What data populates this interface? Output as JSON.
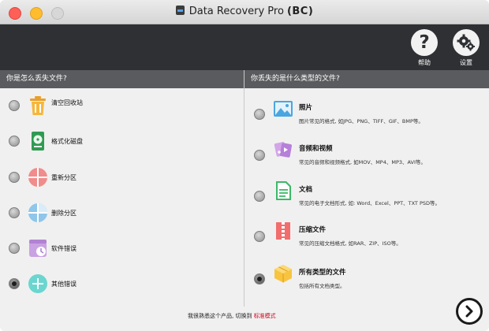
{
  "window": {
    "title": "Data Recovery Pro",
    "title_badge": "(BC)"
  },
  "toolbar": {
    "help_label": "帮助",
    "settings_label": "设置"
  },
  "left_section": {
    "heading": "你是怎么丢失文件?",
    "options": [
      {
        "label": "清空回收站",
        "icon": "trash-icon",
        "selected": false
      },
      {
        "label": "格式化磁盘",
        "icon": "format-disk-icon",
        "selected": false
      },
      {
        "label": "重新分区",
        "icon": "repartition-icon",
        "selected": false
      },
      {
        "label": "删除分区",
        "icon": "delete-partition-icon",
        "selected": false
      },
      {
        "label": "软件错误",
        "icon": "software-error-icon",
        "selected": false
      },
      {
        "label": "其他错误",
        "icon": "other-error-icon",
        "selected": true
      }
    ]
  },
  "right_section": {
    "heading": "你丢失的是什么类型的文件?",
    "options": [
      {
        "title": "照片",
        "desc": "图片常见的格式, 如JPG、PNG、TIFF、GIF、BMP等。",
        "icon": "photo-icon",
        "selected": false
      },
      {
        "title": "音频和视频",
        "desc": "常见的音频和视频格式, 如MOV、MP4、MP3、AVI等。",
        "icon": "audio-video-icon",
        "selected": false
      },
      {
        "title": "文档",
        "desc": "常见的电子文档形式, 如: Word、Excel、PPT、TXT PSD等。",
        "icon": "document-icon",
        "selected": false
      },
      {
        "title": "压缩文件",
        "desc": "常见的压缩文档格式, 如RAR、ZIP、ISO等。",
        "icon": "archive-icon",
        "selected": false
      },
      {
        "title": "所有类型的文件",
        "desc": "包括所有文档类型。",
        "icon": "all-files-icon",
        "selected": true
      }
    ]
  },
  "footer": {
    "text": "我很熟悉这个产品, 切换到",
    "link": "标准模式"
  },
  "colors": {
    "toolbar_bg": "#2e3033",
    "section_header_bg": "#595b5e",
    "accent_red": "#d0021b"
  }
}
